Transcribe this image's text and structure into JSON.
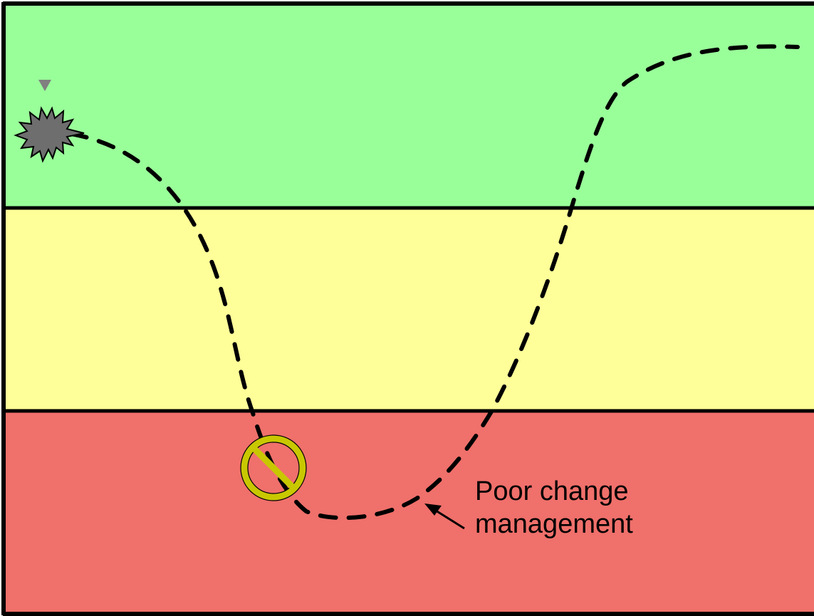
{
  "diagram": {
    "zones": [
      {
        "name": "top-zone",
        "color": "#99ff99"
      },
      {
        "name": "middle-zone",
        "color": "#ffff99"
      },
      {
        "name": "bottom-zone",
        "color": "#f0706b"
      }
    ],
    "border_color": "#000000",
    "path_color": "#000000",
    "start_marker": {
      "icon": "burst-icon",
      "color": "#6e6e6e",
      "pointer_color": "#808080"
    },
    "blocker": {
      "icon": "prohibited-icon",
      "color": "#c8c800"
    },
    "annotation": {
      "lines": [
        "Poor change",
        "management"
      ],
      "arrow_icon": "arrow-icon"
    }
  }
}
